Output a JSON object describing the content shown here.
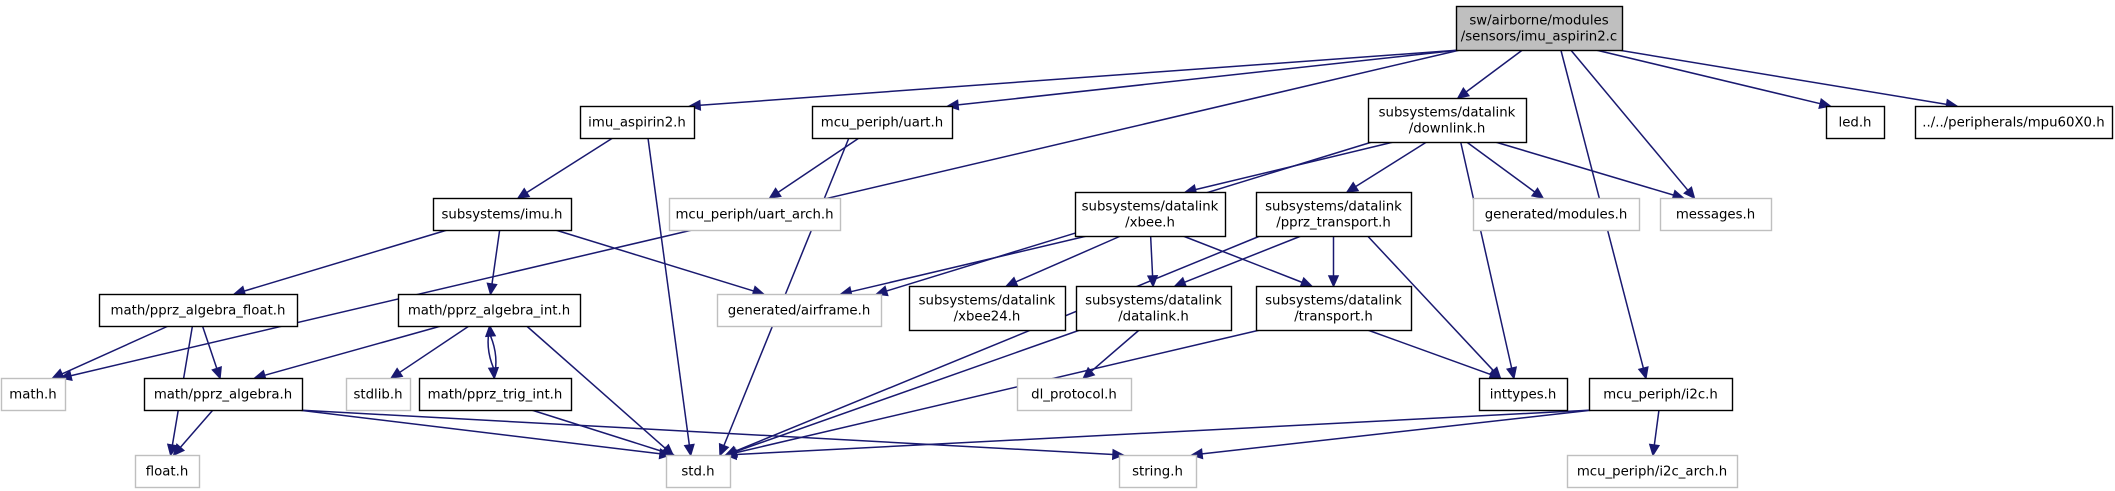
{
  "graph": {
    "root": "root",
    "colors": {
      "edge": "#191970",
      "root_fill": "#bfbfbf",
      "root_border": "#000000",
      "node_fill": "#ffffff",
      "node_border": "#000000",
      "external_border": "#bfbfbf"
    },
    "nodes": [
      {
        "id": "root",
        "lines": [
          "sw/airborne/modules",
          "/sensors/imu_aspirin2.c"
        ],
        "kind": "root"
      },
      {
        "id": "math",
        "lines": [
          "math.h"
        ],
        "kind": "external"
      },
      {
        "id": "imu_aspirin2",
        "lines": [
          "imu_aspirin2.h"
        ],
        "kind": "internal"
      },
      {
        "id": "uart",
        "lines": [
          "mcu_periph/uart.h"
        ],
        "kind": "internal"
      },
      {
        "id": "downlink",
        "lines": [
          "subsystems/datalink",
          "/downlink.h"
        ],
        "kind": "internal"
      },
      {
        "id": "led",
        "lines": [
          "led.h"
        ],
        "kind": "internal"
      },
      {
        "id": "mpu60x0",
        "lines": [
          "../../peripherals/mpu60X0.h"
        ],
        "kind": "internal"
      },
      {
        "id": "imu",
        "lines": [
          "subsystems/imu.h"
        ],
        "kind": "internal"
      },
      {
        "id": "uart_arch",
        "lines": [
          "mcu_periph/uart_arch.h"
        ],
        "kind": "external"
      },
      {
        "id": "xbee",
        "lines": [
          "subsystems/datalink",
          "/xbee.h"
        ],
        "kind": "internal"
      },
      {
        "id": "pprz_transport",
        "lines": [
          "subsystems/datalink",
          "/pprz_transport.h"
        ],
        "kind": "internal"
      },
      {
        "id": "gen_modules",
        "lines": [
          "generated/modules.h"
        ],
        "kind": "external"
      },
      {
        "id": "messages",
        "lines": [
          "messages.h"
        ],
        "kind": "external"
      },
      {
        "id": "alg_float",
        "lines": [
          "math/pprz_algebra_float.h"
        ],
        "kind": "internal"
      },
      {
        "id": "alg_int",
        "lines": [
          "math/pprz_algebra_int.h"
        ],
        "kind": "internal"
      },
      {
        "id": "gen_airframe",
        "lines": [
          "generated/airframe.h"
        ],
        "kind": "external"
      },
      {
        "id": "xbee24",
        "lines": [
          "subsystems/datalink",
          "/xbee24.h"
        ],
        "kind": "internal"
      },
      {
        "id": "datalink",
        "lines": [
          "subsystems/datalink",
          "/datalink.h"
        ],
        "kind": "internal"
      },
      {
        "id": "transport",
        "lines": [
          "subsystems/datalink",
          "/transport.h"
        ],
        "kind": "internal"
      },
      {
        "id": "alg",
        "lines": [
          "math/pprz_algebra.h"
        ],
        "kind": "internal"
      },
      {
        "id": "stdlib",
        "lines": [
          "stdlib.h"
        ],
        "kind": "external"
      },
      {
        "id": "trig_int",
        "lines": [
          "math/pprz_trig_int.h"
        ],
        "kind": "internal"
      },
      {
        "id": "dl_protocol",
        "lines": [
          "dl_protocol.h"
        ],
        "kind": "external"
      },
      {
        "id": "inttypes",
        "lines": [
          "inttypes.h"
        ],
        "kind": "internal"
      },
      {
        "id": "i2c",
        "lines": [
          "mcu_periph/i2c.h"
        ],
        "kind": "internal"
      },
      {
        "id": "float",
        "lines": [
          "float.h"
        ],
        "kind": "external"
      },
      {
        "id": "std",
        "lines": [
          "std.h"
        ],
        "kind": "external"
      },
      {
        "id": "string",
        "lines": [
          "string.h"
        ],
        "kind": "external"
      },
      {
        "id": "i2c_arch",
        "lines": [
          "mcu_periph/i2c_arch.h"
        ],
        "kind": "external"
      }
    ],
    "edges": [
      {
        "from": "root",
        "to": "math"
      },
      {
        "from": "root",
        "to": "imu_aspirin2"
      },
      {
        "from": "root",
        "to": "uart"
      },
      {
        "from": "root",
        "to": "downlink"
      },
      {
        "from": "root",
        "to": "led"
      },
      {
        "from": "root",
        "to": "mpu60x0"
      },
      {
        "from": "root",
        "to": "messages"
      },
      {
        "from": "root",
        "to": "i2c"
      },
      {
        "from": "imu_aspirin2",
        "to": "imu"
      },
      {
        "from": "imu_aspirin2",
        "to": "std"
      },
      {
        "from": "uart",
        "to": "uart_arch"
      },
      {
        "from": "uart",
        "to": "std"
      },
      {
        "from": "downlink",
        "to": "xbee"
      },
      {
        "from": "downlink",
        "to": "pprz_transport"
      },
      {
        "from": "downlink",
        "to": "gen_modules"
      },
      {
        "from": "downlink",
        "to": "messages"
      },
      {
        "from": "downlink",
        "to": "gen_airframe"
      },
      {
        "from": "downlink",
        "to": "inttypes"
      },
      {
        "from": "imu",
        "to": "alg_float"
      },
      {
        "from": "imu",
        "to": "alg_int"
      },
      {
        "from": "imu",
        "to": "gen_airframe"
      },
      {
        "from": "xbee",
        "to": "gen_airframe"
      },
      {
        "from": "xbee",
        "to": "xbee24"
      },
      {
        "from": "xbee",
        "to": "datalink"
      },
      {
        "from": "xbee",
        "to": "transport"
      },
      {
        "from": "pprz_transport",
        "to": "datalink"
      },
      {
        "from": "pprz_transport",
        "to": "transport"
      },
      {
        "from": "pprz_transport",
        "to": "inttypes"
      },
      {
        "from": "pprz_transport",
        "to": "std"
      },
      {
        "from": "alg_float",
        "to": "math"
      },
      {
        "from": "alg_float",
        "to": "alg"
      },
      {
        "from": "alg_float",
        "to": "float"
      },
      {
        "from": "alg_int",
        "to": "alg"
      },
      {
        "from": "alg_int",
        "to": "stdlib"
      },
      {
        "from": "alg_int",
        "to": "trig_int"
      },
      {
        "from": "alg_int",
        "to": "std"
      },
      {
        "from": "trig_int",
        "to": "alg_int"
      },
      {
        "from": "trig_int",
        "to": "std"
      },
      {
        "from": "alg",
        "to": "float"
      },
      {
        "from": "alg",
        "to": "std"
      },
      {
        "from": "alg",
        "to": "string"
      },
      {
        "from": "datalink",
        "to": "dl_protocol"
      },
      {
        "from": "datalink",
        "to": "std"
      },
      {
        "from": "transport",
        "to": "inttypes"
      },
      {
        "from": "transport",
        "to": "std"
      },
      {
        "from": "i2c",
        "to": "std"
      },
      {
        "from": "i2c",
        "to": "string"
      },
      {
        "from": "i2c",
        "to": "i2c_arch"
      }
    ]
  }
}
